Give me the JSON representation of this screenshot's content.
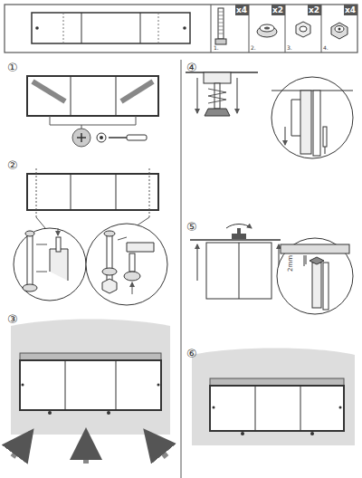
{
  "diagram": {
    "labels": [
      "x4",
      "x2",
      "x2",
      "x4",
      "1.",
      "2.",
      "3.",
      "4.",
      "①",
      "②",
      "③",
      "④",
      "⑤",
      "⑥",
      "2mm"
    ]
  }
}
